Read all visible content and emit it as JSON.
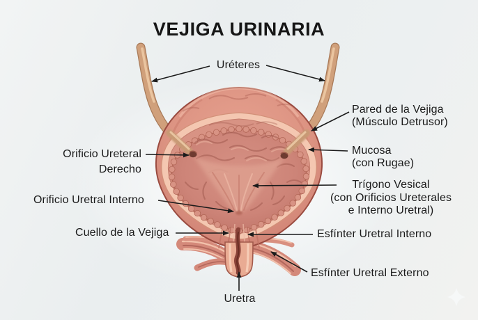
{
  "title": "VEJIGA URINARIA",
  "labels": {
    "ureteres": {
      "text": "Uréteres"
    },
    "pared": {
      "line1": "Pared de la Vejiga",
      "line2": "(Músculo Detrusor)"
    },
    "mucosa": {
      "line1": "Mucosa",
      "line2": "(con Rugae)"
    },
    "trigono": {
      "line1": "Trígono Vesical",
      "line2": "(con Orificios Ureterales",
      "line3": "e Interno Uretral)"
    },
    "esfinter_interno": {
      "text": "Esfínter Uretral Interno"
    },
    "esfinter_externo": {
      "text": "Esfínter Uretral Externo"
    },
    "orificio_ureteral": {
      "line1": "Orificio Ureteral",
      "line2": "Derecho"
    },
    "orificio_uretral_interno": {
      "text": "Orificio Uretral Interno"
    },
    "cuello": {
      "text": "Cuello de la Vejiga"
    },
    "uretra": {
      "text": "Uretra"
    }
  },
  "icons": {
    "sparkle": "four-point-star"
  },
  "colors": {
    "background": "#edf0f1",
    "text": "#1a1a1a",
    "arrow": "#1b1b1b",
    "bladder_wall": "#dc9383",
    "bladder_outline": "#9a4b40",
    "submucosa_ring": "#f4c7b1",
    "mucosa": "#d89384",
    "cavity": "#cd8478",
    "rugae_line": "#a25b50",
    "trigone": "#dd9e8e",
    "ureter": "#d0a07b",
    "orifice": "#6e3b30",
    "urethra": "#e9ab93",
    "urethra_lumen": "#8a4339",
    "sphincter": "#d4897a",
    "sparkle": "#f7f9f9"
  }
}
